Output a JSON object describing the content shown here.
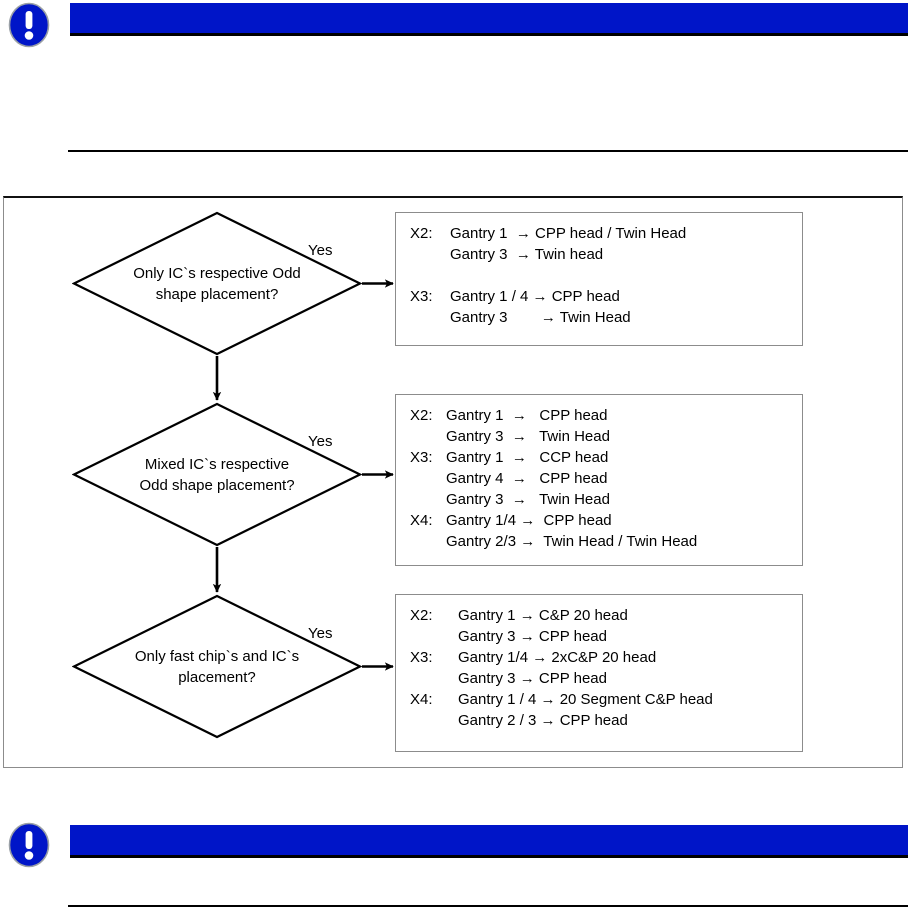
{
  "notice_top": {
    "icon": "exclamation-notice-icon",
    "bar_text": "",
    "bar_color": "#0015C8"
  },
  "notice_bottom": {
    "icon": "exclamation-notice-icon",
    "bar_text": "",
    "bar_color": "#0015C8"
  },
  "flowchart": {
    "branch_label": "Yes",
    "nodes": [
      {
        "id": "decision-1",
        "question_line1": "Only IC`s respective Odd",
        "question_line2": "shape placement?",
        "branch_label": "Yes",
        "result": [
          {
            "tag": "X2:",
            "body": "Gantry 1  → CPP head / Twin Head"
          },
          {
            "tag": "",
            "body": "Gantry 3  → Twin head"
          },
          {
            "tag": "",
            "body": ""
          },
          {
            "tag": "X3:",
            "body": "Gantry 1 / 4 → CPP head"
          },
          {
            "tag": "",
            "body": "Gantry 3        → Twin Head"
          }
        ]
      },
      {
        "id": "decision-2",
        "question_line1": "Mixed IC`s respective",
        "question_line2": "Odd shape placement?",
        "branch_label": "Yes",
        "result": [
          {
            "tag": "X2:",
            "body": "Gantry 1  →   CPP head"
          },
          {
            "tag": "",
            "body": "Gantry 3  →   Twin Head"
          },
          {
            "tag": "X3:",
            "body": "Gantry 1  →   CCP head"
          },
          {
            "tag": "",
            "body": "Gantry 4  →   CPP head"
          },
          {
            "tag": "",
            "body": "Gantry 3  →   Twin Head"
          },
          {
            "tag": "X4:",
            "body": "Gantry 1/4 →  CPP head"
          },
          {
            "tag": "",
            "body": "Gantry 2/3 →  Twin Head / Twin Head"
          }
        ]
      },
      {
        "id": "decision-3",
        "question_line1": "Only fast chip`s and IC`s",
        "question_line2": "placement?",
        "branch_label": "Yes",
        "result": [
          {
            "tag": "X2:",
            "body": "Gantry 1 → C&P 20 head"
          },
          {
            "tag": "",
            "body": "Gantry 3 → CPP head"
          },
          {
            "tag": "X3:",
            "body": "Gantry 1/4 → 2xC&P 20 head"
          },
          {
            "tag": "",
            "body": "Gantry 3 → CPP head"
          },
          {
            "tag": "X4:",
            "body": "Gantry 1 / 4 → 20 Segment C&P head"
          },
          {
            "tag": "",
            "body": "Gantry 2 / 3 → CPP head"
          }
        ]
      }
    ]
  }
}
